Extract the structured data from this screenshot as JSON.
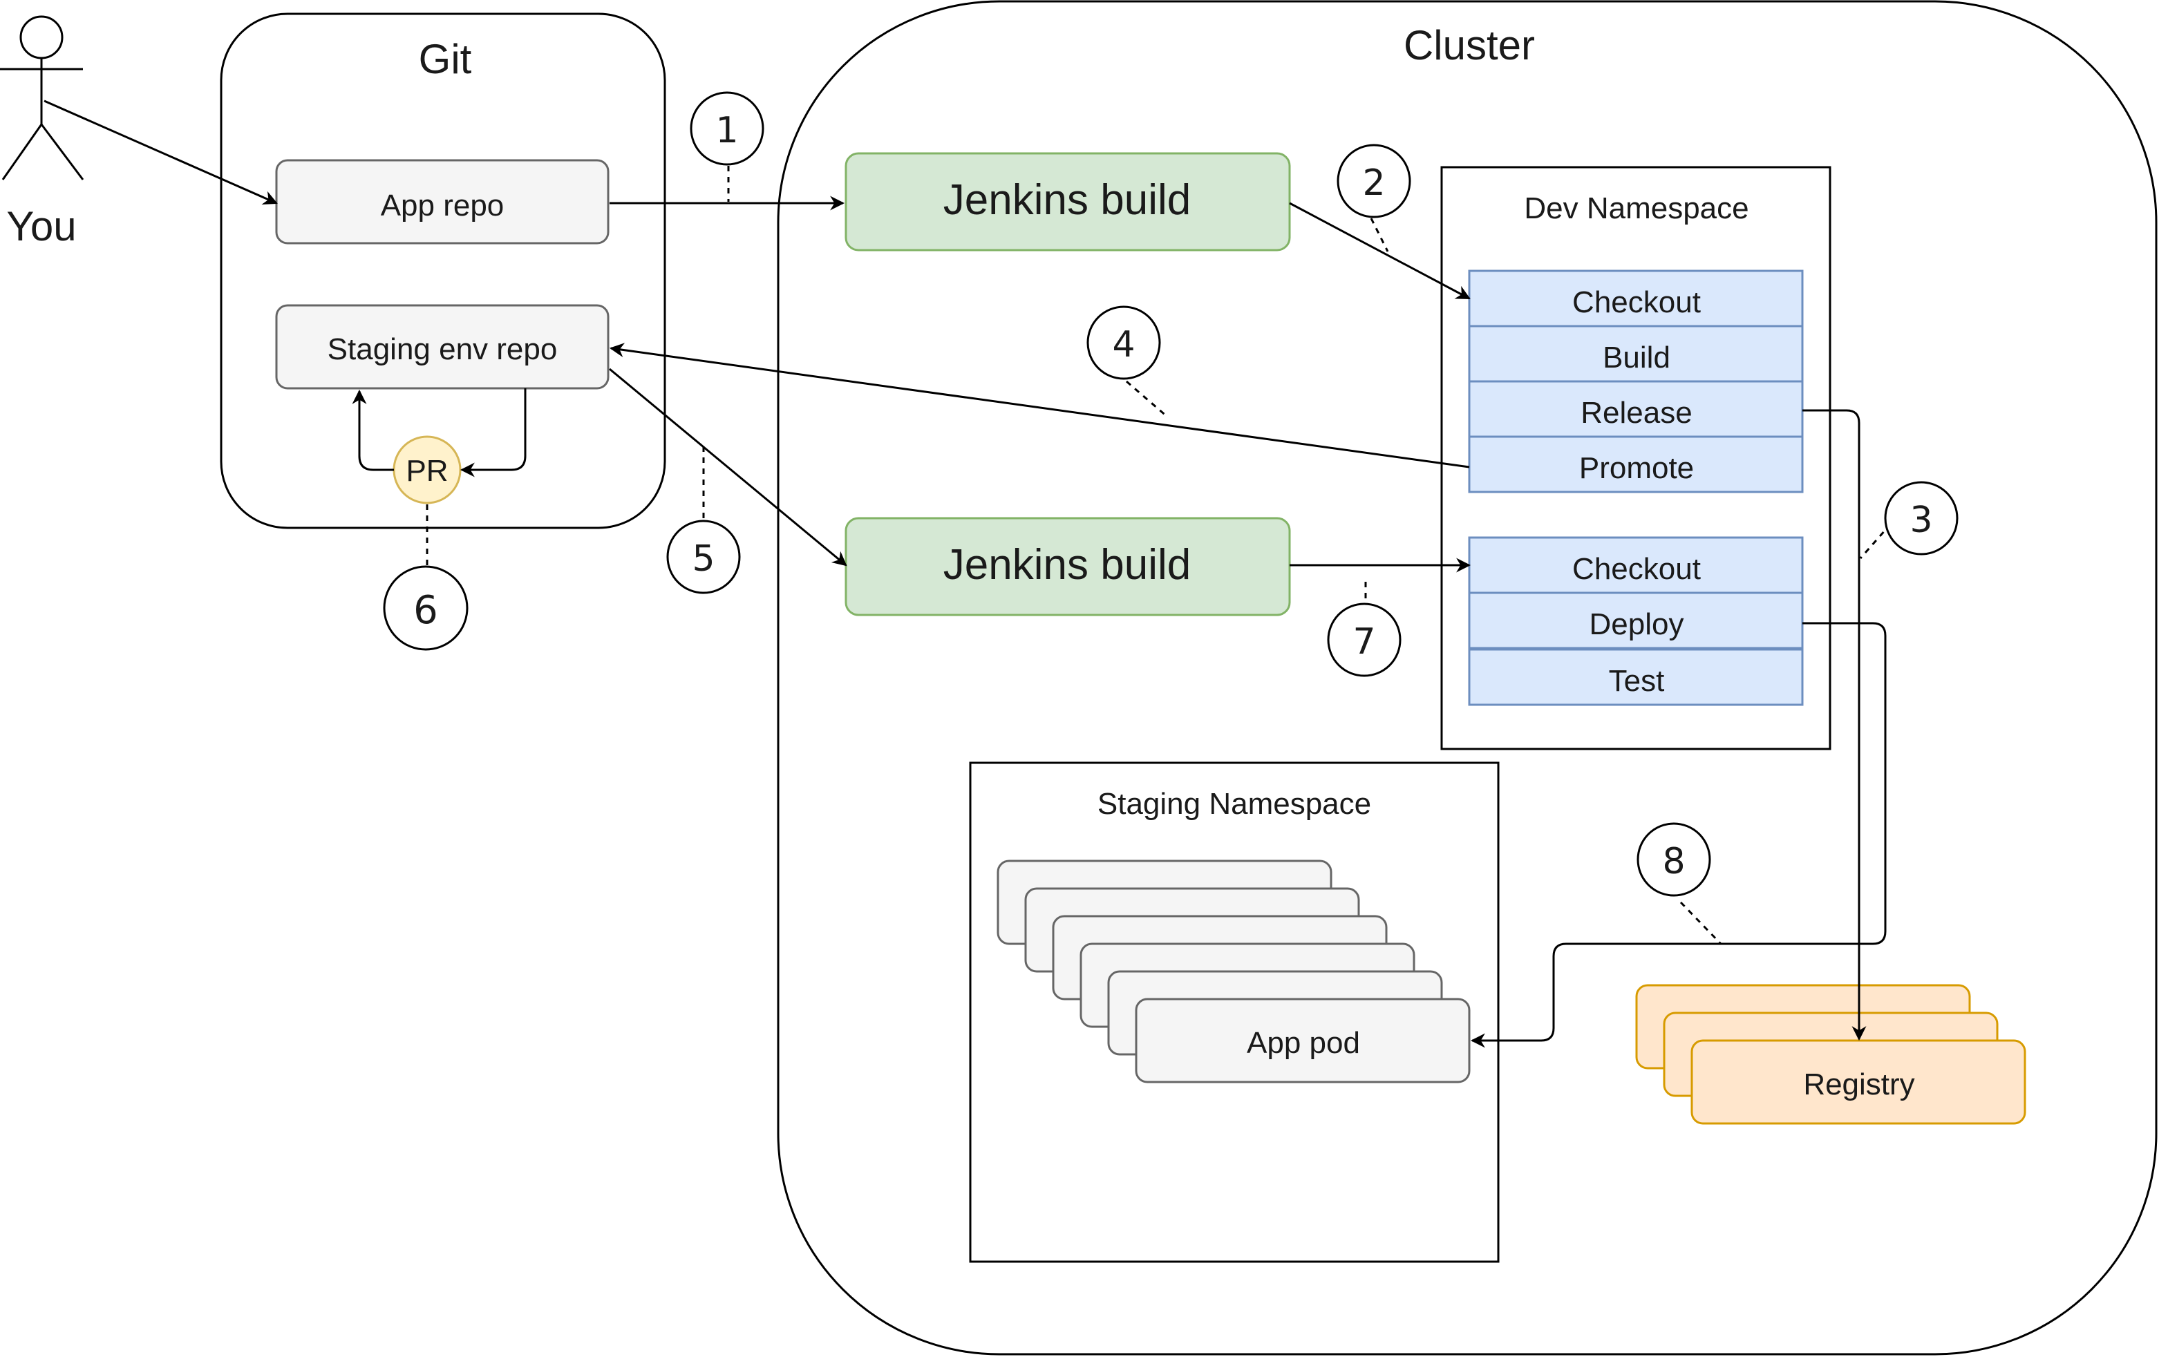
{
  "actor": {
    "label": "You"
  },
  "git": {
    "title": "Git",
    "app_repo": "App repo",
    "staging_repo": "Staging env repo",
    "pr": "PR"
  },
  "cluster": {
    "title": "Cluster",
    "jenkins_build_1": "Jenkins build",
    "jenkins_build_2": "Jenkins build",
    "dev_namespace": {
      "title": "Dev Namespace",
      "pipeline_1": [
        "Checkout",
        "Build",
        "Release",
        "Promote"
      ],
      "pipeline_2": [
        "Checkout",
        "Deploy",
        "Test"
      ]
    },
    "staging_namespace": {
      "title": "Staging Namespace",
      "app_pod": "App pod"
    },
    "registry": "Registry"
  },
  "steps": [
    "1",
    "2",
    "3",
    "4",
    "5",
    "6",
    "7",
    "8"
  ],
  "colors": {
    "stroke": "#000000",
    "gray_fill": "#f5f5f5",
    "gray_stroke": "#666666",
    "green_fill": "#d5e8d4",
    "green_stroke": "#82b366",
    "blue_fill": "#dae8fc",
    "blue_stroke": "#6c8ebf",
    "orange_fill": "#ffe6cc",
    "orange_stroke": "#d79b00",
    "yellow_fill": "#fff2cc",
    "yellow_stroke": "#d6b656"
  }
}
